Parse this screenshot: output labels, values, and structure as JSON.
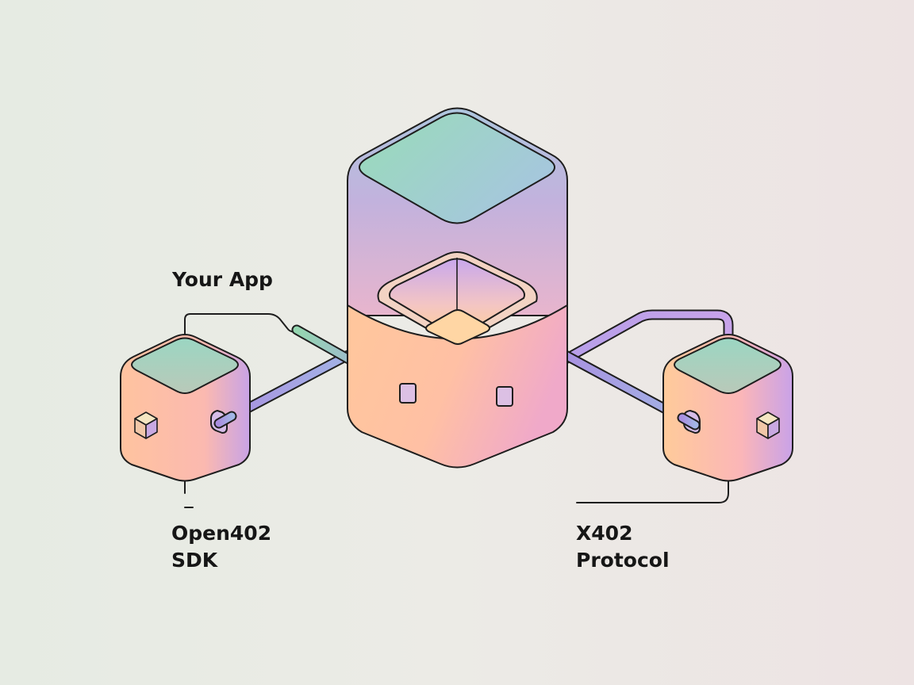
{
  "labels": {
    "your_app": "Your App",
    "open402_line1": "Open402",
    "open402_line2": "SDK",
    "x402_line1": "X402",
    "x402_line2": "Protocol"
  },
  "colors": {
    "outline": "#1e1e1e",
    "mint": "#9ed9bd",
    "sky": "#a7c7dd",
    "lavender": "#c3a7e6",
    "peach": "#ffc99b",
    "pink": "#f2a9c6",
    "tube": "#a89be3"
  }
}
